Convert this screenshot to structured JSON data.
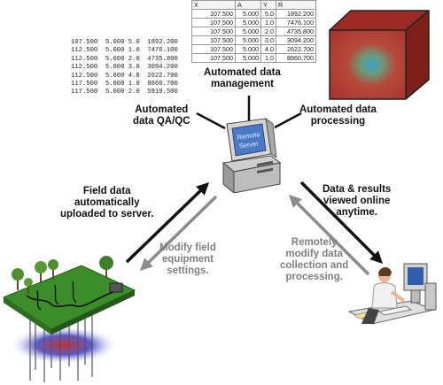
{
  "raw_data": [
    "107.500  5.000 5.0  1892.200",
    "112.500  5.000 1.0  7476.100",
    "112.500  5.000 2.0  4735.800",
    "112.500  5.000 3.0  3094.200",
    "112.500  5.000 4.0  2622.700",
    "117.500  5.000 1.0  8860.700",
    "117.500  5.000 2.0  5919.500"
  ],
  "table": {
    "headers": [
      "X",
      "A",
      "Y",
      "R"
    ],
    "rows": [
      [
        "107.500",
        "5.000",
        "5.0",
        "1892.200"
      ],
      [
        "107.500",
        "5.000",
        "1.0",
        "7476.100"
      ],
      [
        "107.500",
        "5.000",
        "2.0",
        "4735.800"
      ],
      [
        "107.500",
        "5.000",
        "3.0",
        "3094.200"
      ],
      [
        "107.500",
        "5.000",
        "4.0",
        "2622.700"
      ],
      [
        "107.500",
        "5.000",
        "1.0",
        "8860.700"
      ]
    ]
  },
  "labels": {
    "management": "Automated data\nmanagement",
    "qaqc": "Automated\ndata QA/QC",
    "processing": "Automated data\nprocessing",
    "upload": "Field data\nautomatically\nuploaded to server.",
    "modify_field": "Modify field\nequipment\nsettings.",
    "view_online": "Data & results\nviewed online\nanytime.",
    "remote_modify": "Remotely\nmodify data\ncollection and\nprocessing."
  },
  "server_screen": "Remote\nServer",
  "colors": {
    "arrow_black": "#111111",
    "arrow_gray": "#8c8c8c",
    "grass": "#3b8d2a",
    "block_red": "#b8342c"
  }
}
